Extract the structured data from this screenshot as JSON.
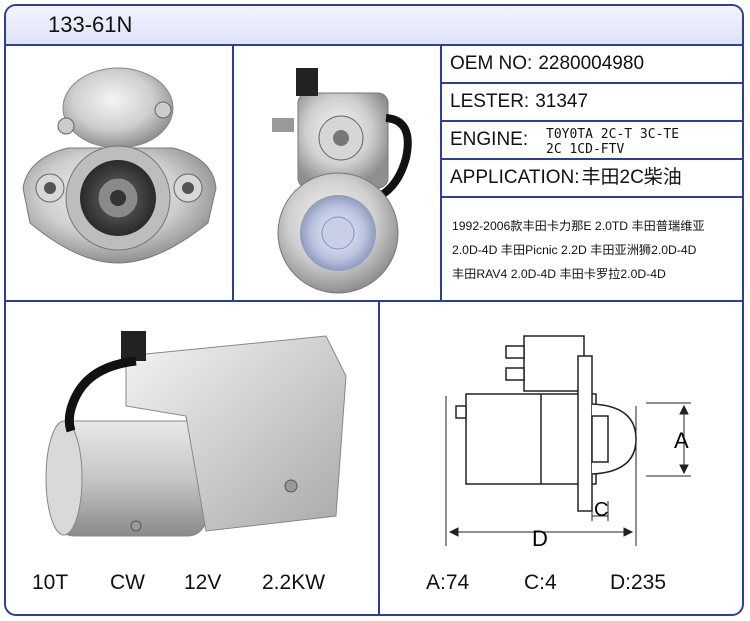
{
  "header": {
    "title": "133-61N"
  },
  "specs": {
    "oem_label": "OEM NO:",
    "oem_value": "2280004980",
    "lester_label": "LESTER:",
    "lester_value": "31347",
    "engine_label": "ENGINE:",
    "engine_line1": "T0Y0TA 2C-T 3C-TE",
    "engine_line2": "2C 1CD-FTV",
    "application_label": "APPLICATION:",
    "application_value": "丰田2C柴油"
  },
  "applications": [
    "1992-2006款丰田卡力那E 2.0TD 丰田普瑞维亚",
    "2.0D-4D 丰田Picnic 2.2D 丰田亚洲狮2.0D-4D",
    "丰田RAV4 2.0D-4D 丰田卡罗拉2.0D-4D"
  ],
  "bottom_left": {
    "teeth": "10T",
    "rotation": "CW",
    "voltage": "12V",
    "power": "2.2KW"
  },
  "bottom_right": {
    "a": "A:74",
    "c": "C:4",
    "d": "D:235"
  },
  "diagram": {
    "label_a": "A",
    "label_c": "C",
    "label_d": "D"
  },
  "colors": {
    "border": "#2c3e9a",
    "header_bg": "#dfe3f7"
  }
}
